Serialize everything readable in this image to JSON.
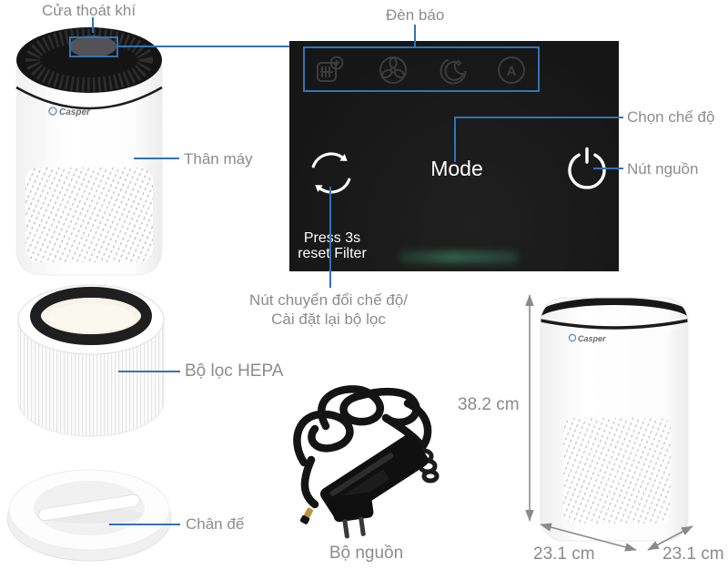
{
  "brand": "Casper",
  "colors": {
    "annotation_blue": "#3273b8",
    "label_gray": "#8c8c8c",
    "panel_black": "#181818",
    "led_green": "#37705a"
  },
  "callouts": {
    "air_outlet": "Cửa thoát khí",
    "body": "Thân máy",
    "indicator_lights": "Đèn báo",
    "mode_select": "Chọn chế độ",
    "power_button": "Nút nguồn",
    "mode_switch_line1": "Nút chuyển đổi chế độ/",
    "mode_switch_line2": "Cài đặt lại bộ lọc",
    "hepa_filter": "Bộ lọc HEPA",
    "base": "Chân đế",
    "power_adapter": "Bộ nguồn"
  },
  "panel": {
    "mode_label": "Mode",
    "press_line1": "Press 3s",
    "press_line2": "reset Filter",
    "indicator_icons": [
      "filter-reset",
      "fan-speed",
      "sleep-mode",
      "auto-mode"
    ]
  },
  "dimensions": {
    "height": "38.2 cm",
    "width": "23.1 cm",
    "depth": "23.1 cm"
  }
}
